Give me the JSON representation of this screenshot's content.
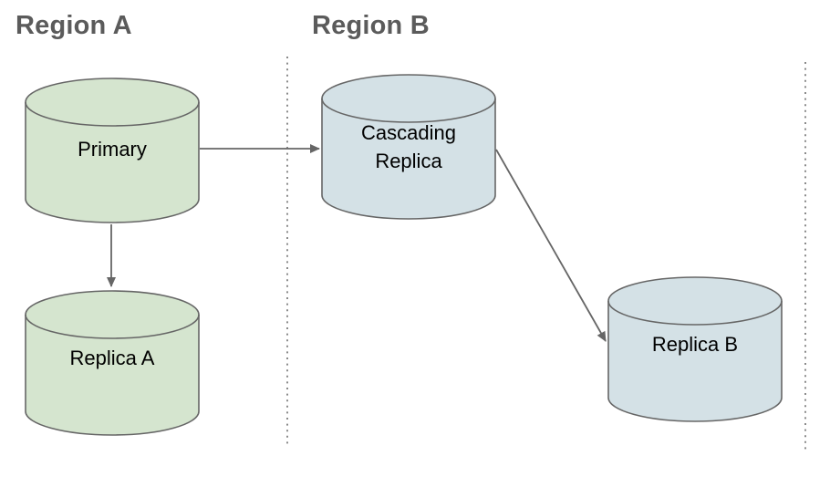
{
  "diagram": {
    "title_a": "Region A",
    "title_b": "Region B",
    "regions": [
      {
        "label": "Region A"
      },
      {
        "label": "Region B"
      }
    ],
    "nodes": [
      {
        "id": "primary",
        "label": "Primary",
        "shape": "database-cylinder",
        "region": "Region A",
        "fill_key": "node_green_fill"
      },
      {
        "id": "replica-a",
        "label": "Replica A",
        "shape": "database-cylinder",
        "region": "Region A",
        "fill_key": "node_green_fill"
      },
      {
        "id": "cascading-replica",
        "label": "Cascading Replica",
        "shape": "database-cylinder",
        "region": "Region B",
        "fill_key": "node_blue_fill"
      },
      {
        "id": "replica-b",
        "label": "Replica B",
        "shape": "database-cylinder",
        "region": "Region B",
        "fill_key": "node_blue_fill"
      }
    ],
    "edges": [
      {
        "from": "Primary",
        "to": "Cascading Replica",
        "style": "arrow"
      },
      {
        "from": "Primary",
        "to": "Replica A",
        "style": "arrow"
      },
      {
        "from": "Cascading Replica",
        "to": "Replica B",
        "style": "arrow"
      }
    ]
  },
  "colors": {
    "node_green_fill": "#d5e5cf",
    "node_blue_fill": "#d4e1e6",
    "shape_stroke_gray": "#666666",
    "connector_gray": "#666666",
    "title_gray": "#5b5b5b",
    "divider_gray": "#8a8a8a",
    "label_black": "#000000",
    "background": "#ffffff"
  }
}
